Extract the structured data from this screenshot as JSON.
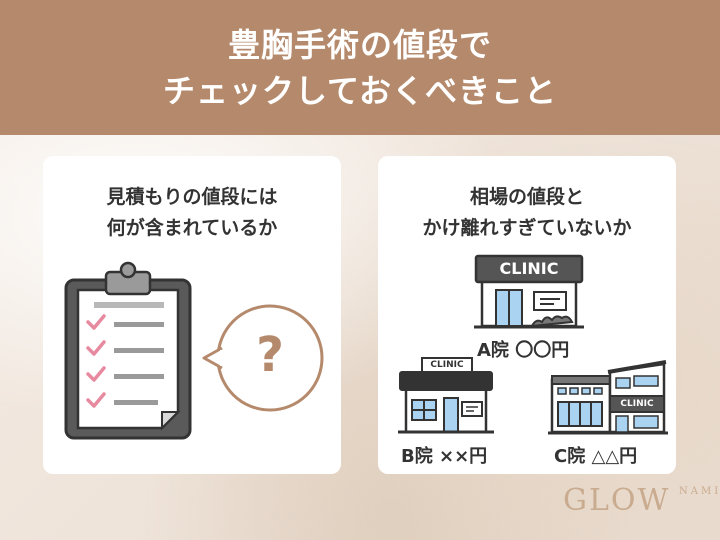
{
  "header": {
    "title_line1": "豊胸手術の値段で",
    "title_line2": "チェックしておくべきこと"
  },
  "left_card": {
    "title_line1": "見積もりの値段には",
    "title_line2": "何が含まれているか",
    "bubble_mark": "?"
  },
  "right_card": {
    "title_line1": "相場の値段と",
    "title_line2": "かけ離れすぎていないか",
    "clinic_sign": "CLINIC",
    "clinic_a_label": "A院 〇〇円",
    "clinic_b_label": "B院 ××円",
    "clinic_c_label": "C院 △△円"
  },
  "logo": {
    "main": "GLOW",
    "sub": "NAMI"
  },
  "colors": {
    "header_bg": "#b58a6c",
    "accent_pink": "#e78aa0",
    "bubble_stroke": "#b58a6c",
    "dark": "#3a3a3a"
  }
}
